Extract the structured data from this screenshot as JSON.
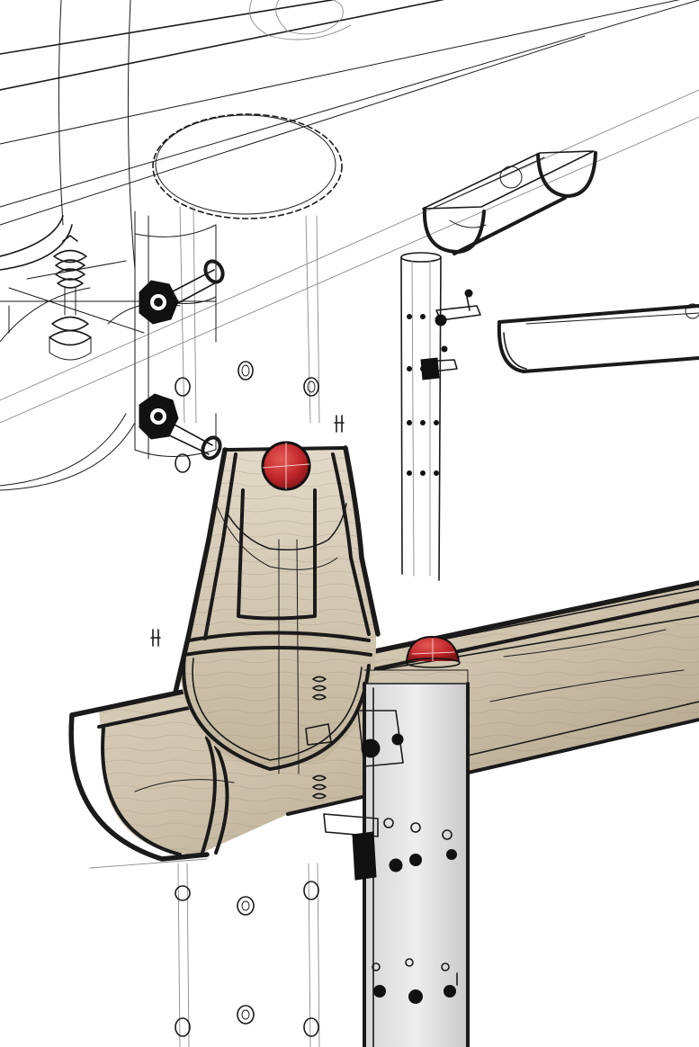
{
  "colors": {
    "paper": "#ffffff",
    "ink": "#1a1a1a",
    "faint_ink": "#8a8a8a",
    "wood_light": "#d9cfbd",
    "wood_dark": "#a89a80",
    "steel_light": "#eeeeee",
    "steel_dark": "#c9c9c9",
    "cap_red": "#c0272b",
    "cap_highlight": "#e35a55"
  },
  "parts": {
    "upper_beam": "sketch",
    "dashed_ring": "sketch",
    "spring_fastener": "sketch",
    "wing_bolts": "sketch",
    "small_half_pipe": "sketch",
    "long_half_pipe": "sketch",
    "drilled_post": "sketch",
    "saddle_block": "wood",
    "main_beam": "wood",
    "steel_post": "steel",
    "red_caps": "plastic",
    "washers": "sketch"
  }
}
